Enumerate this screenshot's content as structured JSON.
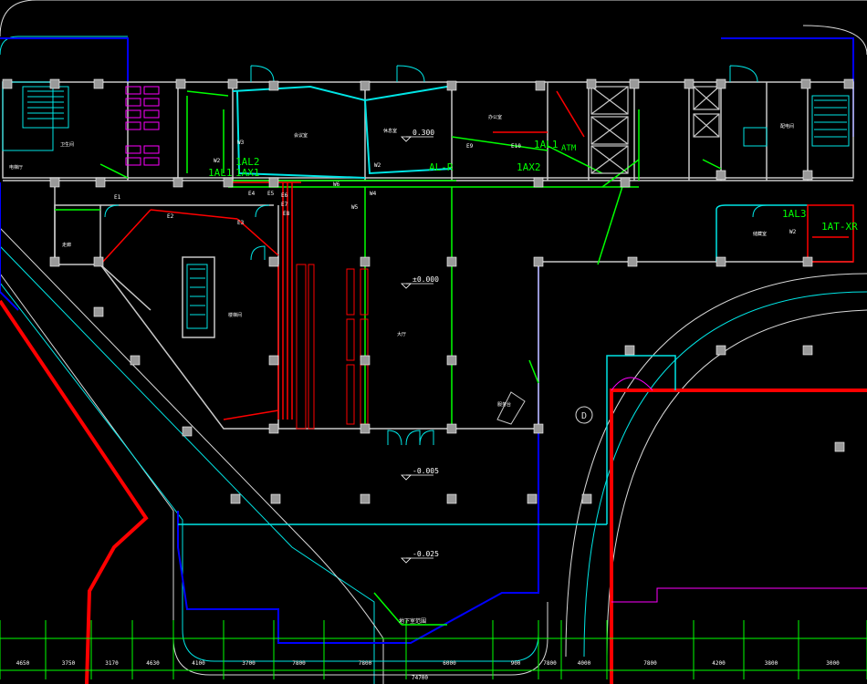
{
  "colors": {
    "background": "#000000",
    "wall": "#0000ff",
    "cyan": "#00e5e5",
    "green": "#00ff00",
    "red": "#ff0000",
    "magenta": "#ff00ff",
    "white": "#d8d8d8",
    "column": "#aaaaaa"
  },
  "panel_labels": {
    "al1": "1AL1",
    "al2": "1AL2",
    "ax1": "1AX1",
    "alr": "AL-R",
    "al1b": "1AL1",
    "ax2": "1AX2",
    "atm": "ATM",
    "al3": "1AL3",
    "atxr": "1AT-XR"
  },
  "wire_tags": {
    "w2a": "W2",
    "w2b": "W2",
    "w2c": "W2",
    "w3": "W3",
    "w4": "W4",
    "w5": "W5",
    "w6": "W6",
    "w2d": "W2",
    "e1": "E1",
    "e2": "E2",
    "e3": "E3",
    "e4": "E4",
    "e5": "E5",
    "e6": "E6",
    "e7": "E7",
    "e8": "E8",
    "e9": "E9",
    "e10": "E10"
  },
  "elevations": {
    "lvl1": "0.300",
    "lvl2": "±0.000",
    "lvl3": "-0.005",
    "lvl4": "-0.025"
  },
  "axis_marker": "D",
  "bottom_note": "地下室范围",
  "dimensions": {
    "segments": [
      "4650",
      "3750",
      "3170",
      "4630",
      "4100",
      "3700",
      "7800",
      "7800",
      "6000",
      "900",
      "7800",
      "4000",
      "7800",
      "4200",
      "3800",
      "3000"
    ],
    "total": "74700"
  },
  "rooms": {
    "r1": "卫生间",
    "r2": "电梯厅",
    "r3": "走廊",
    "r4": "会议室",
    "r5": "休息室",
    "r6": "办公室",
    "r7": "楼梯间",
    "r8": "大厅",
    "r9": "服务台",
    "r10": "储藏室",
    "r11": "配电间"
  }
}
